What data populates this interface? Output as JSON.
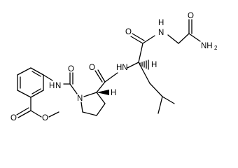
{
  "diagram": {
    "type": "chemical-structure",
    "atom_labels": {
      "o_amide_top": "O",
      "nh_top": "N",
      "nh_top_h": "H",
      "nh2": "NH",
      "nh2_sub": "2",
      "h_leu": "H",
      "o_pro_carbonyl": "O",
      "nh_mid": "HN",
      "o_urea": "O",
      "nh_urea": "N",
      "nh_urea_h": "H",
      "n_pro": "N",
      "h_pro": "H",
      "o_ester_carbonyl": "O",
      "o_ester_ether": "O"
    }
  }
}
